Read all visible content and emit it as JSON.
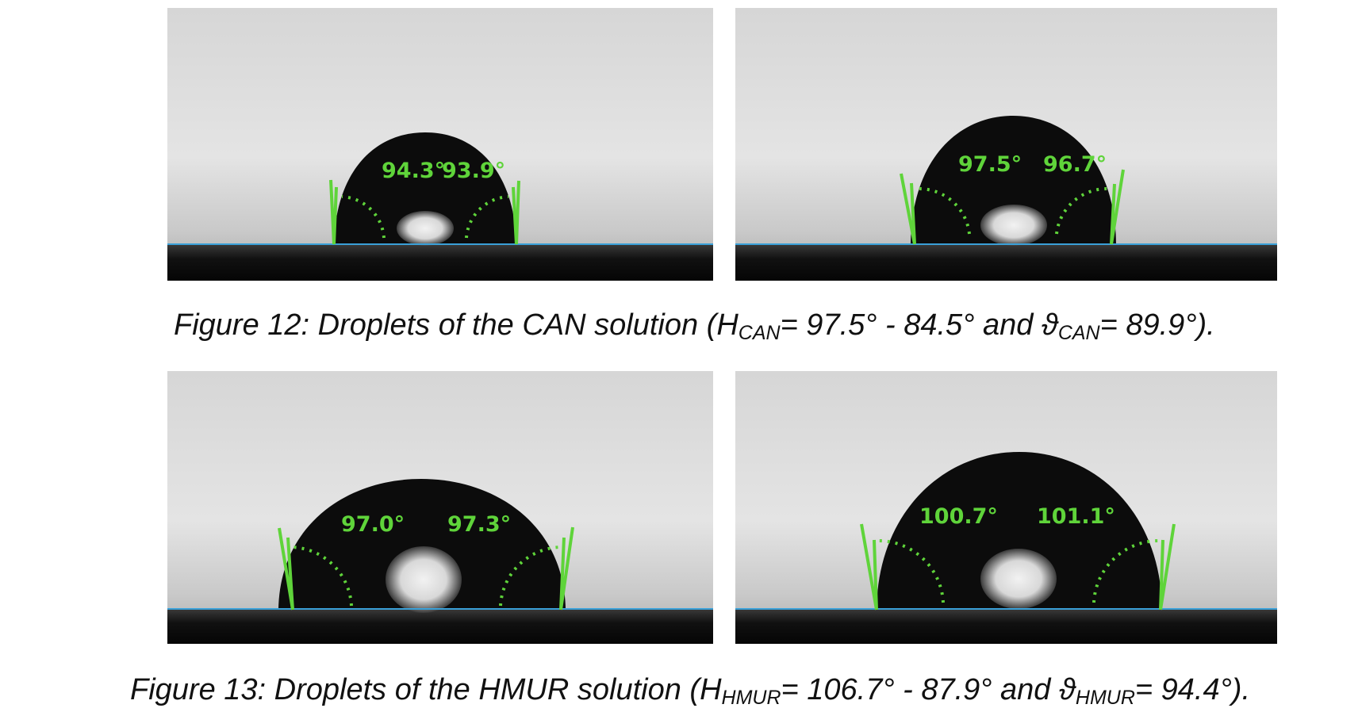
{
  "figures": [
    {
      "caption": {
        "lead": "Figure 12: Droplets of the CAN solution (H",
        "sub1": "CAN",
        "mid": "= 97.5° - 84.5° and  ϑ",
        "sub2": "CAN",
        "tail": "= 89.9°)."
      },
      "photos": [
        {
          "left_angle": "94.3°",
          "right_angle": "93.9°"
        },
        {
          "left_angle": "97.5°",
          "right_angle": "96.7°"
        }
      ]
    },
    {
      "caption": {
        "lead": "Figure 13: Droplets of the HMUR solution (H",
        "sub1": "HMUR",
        "mid": "= 106.7° - 87.9° and ϑ",
        "sub2": "HMUR",
        "tail": "= 94.4°)."
      },
      "photos": [
        {
          "left_angle": "97.0°",
          "right_angle": "97.3°"
        },
        {
          "left_angle": "100.7°",
          "right_angle": "101.1°"
        }
      ]
    }
  ],
  "colors": {
    "annotation_green": "#5fd43a",
    "baseline_blue": "#3aa0d8",
    "droplet": "#0c0c0c"
  }
}
